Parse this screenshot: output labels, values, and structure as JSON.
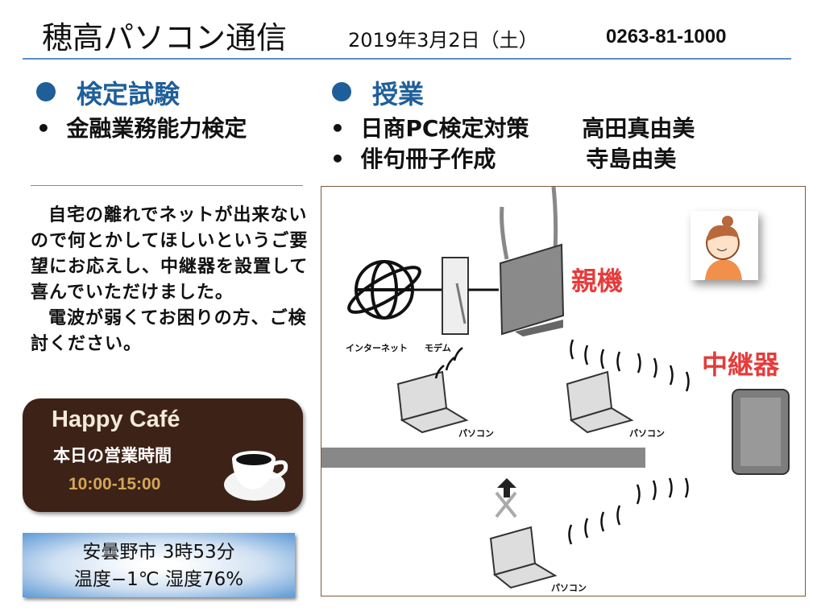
{
  "header": {
    "title": "穂高パソコン通信",
    "date": "2019年3月2日（土）",
    "phone": "0263-81-1000"
  },
  "exam": {
    "heading": "検定試験",
    "items": [
      "金融業務能力検定"
    ]
  },
  "classes": {
    "heading": "授業",
    "items": [
      {
        "name": "日商PC検定対策",
        "teacher": "高田真由美"
      },
      {
        "name": "俳句冊子作成",
        "teacher": "寺島由美"
      }
    ]
  },
  "article": {
    "paragraphs": [
      "自宅の離れでネットが出来ないので何とかしてほしいというご要望にお応えし、中継器を設置して喜んでいただけました。",
      "電波が弱くてお困りの方、ご検討ください。"
    ]
  },
  "cafe": {
    "name": "Happy Café",
    "subtitle": "本日の営業時間",
    "hours": "10:00-15:00"
  },
  "weather": {
    "line1": "安曇野市 3時53分",
    "line2": "温度−1℃ 湿度76%"
  },
  "diagram": {
    "internet": "インターネット",
    "modem": "モデム",
    "parent": "親機",
    "repeater": "中継器",
    "pc": "パソコン"
  }
}
